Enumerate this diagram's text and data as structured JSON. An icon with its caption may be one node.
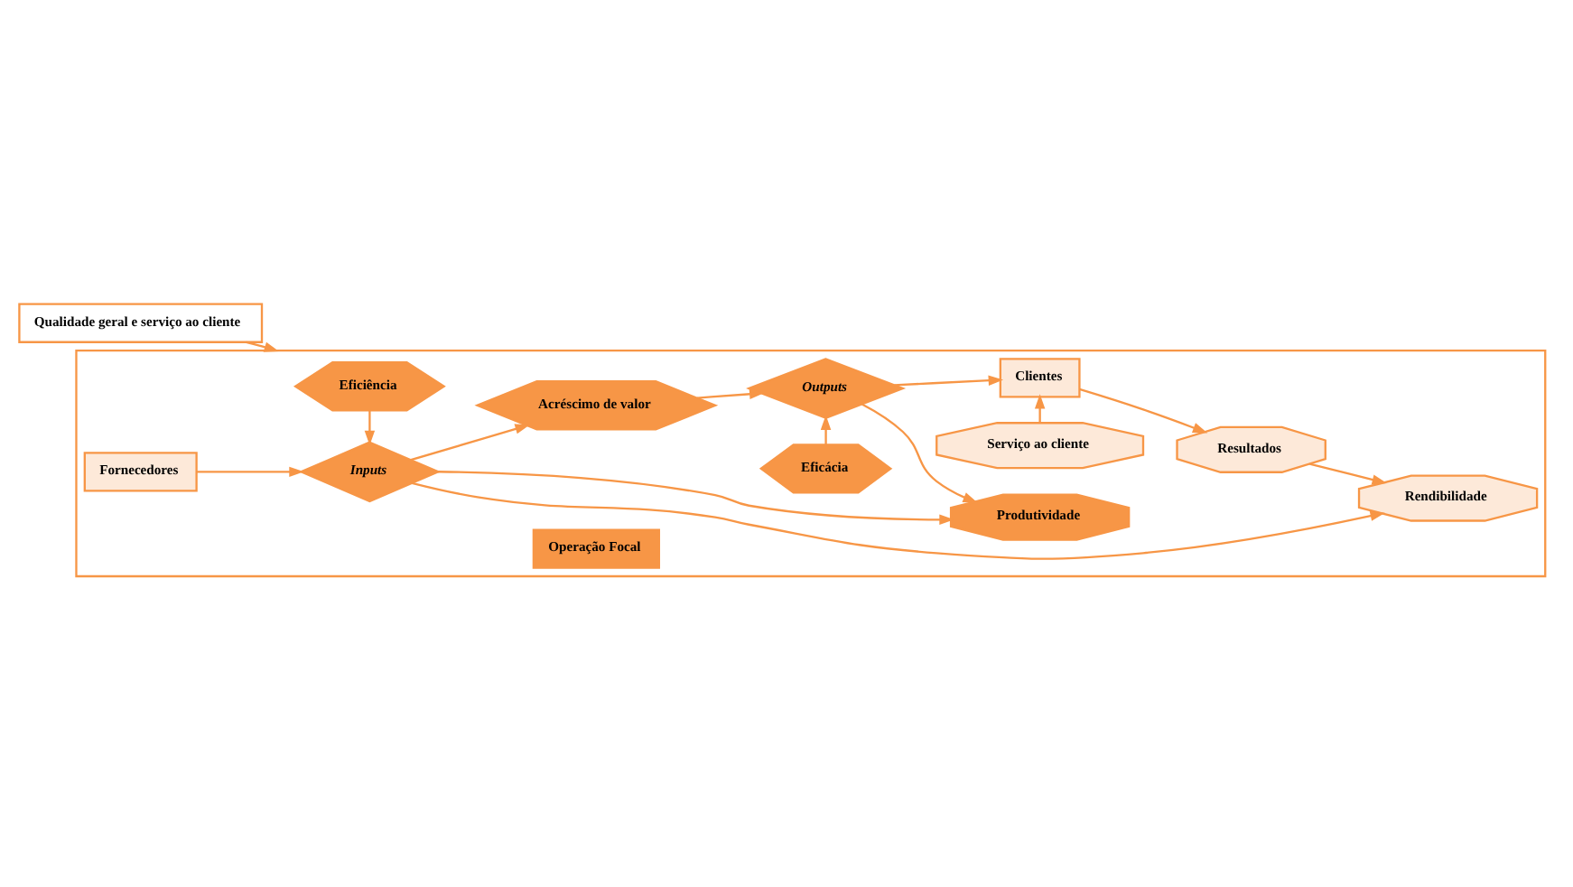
{
  "diagram": {
    "nodes": [
      {
        "text": [
          "Qualidade geral e serviço ao cliente"
        ]
      },
      {
        "text": [],
        "shape": "box"
      },
      {
        "text": [
          "Eficiência"
        ],
        "in": 1
      },
      {
        "text": [
          "Eficácia"
        ],
        "in": 1
      },
      {
        "text": [
          "Fornecedores"
        ],
        "in": 1
      },
      {
        "text": [
          "Inputs"
        ],
        "in": 1
      },
      {
        "text": [
          "Acréscimo de valor"
        ],
        "in": 1
      },
      {
        "text": [
          "Operação Focal"
        ],
        "in": 1
      },
      {
        "text": [
          "Outputs"
        ],
        "in": 1
      },
      {
        "text": [
          "Clientes"
        ],
        "in": 1
      },
      {
        "text": [
          "Resultados"
        ],
        "in": 1
      },
      {
        "text": [
          "Serviço ao cliente"
        ],
        "in": 1
      },
      {
        "text": [
          "Produtividade"
        ],
        "in": 1
      },
      {
        "text": [
          "Rendibilidade"
        ],
        "in": 1
      }
    ],
    "edges": [
      {
        "from": 0,
        "to": 1,
        "arrow": "to"
      },
      {
        "from": 2,
        "to": 5,
        "arrow": "to"
      },
      {
        "from": 3,
        "to": 8,
        "arrow": "to"
      },
      {
        "from": 4,
        "to": 5,
        "arrow": "to"
      },
      {
        "from": 5,
        "to": 6,
        "arrow": "to"
      },
      {
        "from": 6,
        "to": 8,
        "arrow": "to"
      },
      {
        "from": 8,
        "to": 9,
        "arrow": "to"
      },
      {
        "from": 9,
        "to": 10,
        "arrow": "to"
      },
      {
        "from": 11,
        "to": 9,
        "arrow": "to"
      },
      {
        "from": 5,
        "to": 12,
        "arrow": "to"
      },
      {
        "from": 8,
        "to": 12,
        "arrow": "to"
      },
      {
        "from": 5,
        "to": 13,
        "arrow": "to"
      },
      {
        "from": 10,
        "to": 13,
        "arrow": "to"
      }
    ]
  }
}
